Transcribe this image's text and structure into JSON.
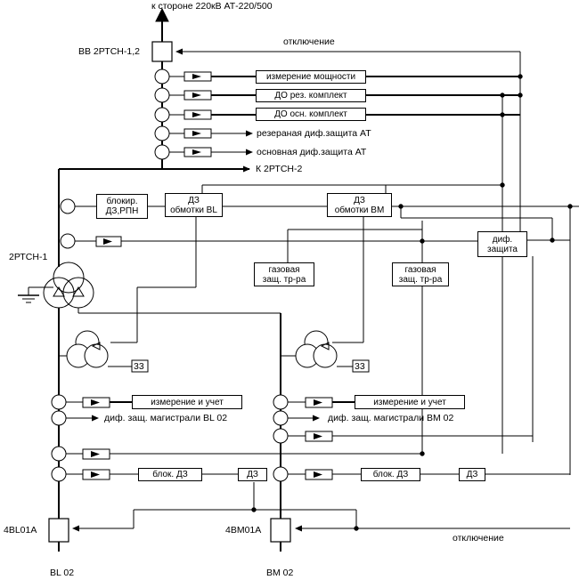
{
  "texts": {
    "top_label": "к стороне 220кВ АТ-220/500",
    "vv_label": "ВВ 2РТСН-1,2",
    "trip_top": "отключение",
    "trip_bottom": "отключение",
    "to_2rtsn2": "К 2РТСН-2",
    "rtsn1": "2РТСН-1",
    "brk_left": "4BL01A",
    "brk_right": "4BM01A",
    "bus_left": "BL 02",
    "bus_right": "BM 02",
    "reserve_diff": "резераная диф.защита АТ",
    "main_diff": "основная диф.защита АТ",
    "diff_bl": "диф. защ. магистрали BL 02",
    "diff_bm": "диф. защ. магистрали BM 02",
    "zz_left": "33",
    "zz_right": "33"
  },
  "boxes": {
    "power_measure": "измерение мощности",
    "do_reserve": "ДО рез. комплект",
    "do_main": "ДО осн. комплект",
    "block_dz": [
      "блокир.",
      "ДЗ,РПН"
    ],
    "dz_bl": [
      "ДЗ",
      "обмотки BL"
    ],
    "dz_bm": [
      "ДЗ",
      "обмотки ВМ"
    ],
    "diff_prot": [
      "диф.",
      "защита"
    ],
    "gas1": [
      "газовая",
      "защ. тр-ра"
    ],
    "gas2": [
      "газовая",
      "защ. тр-ра"
    ],
    "meas_left": "измерение и учет",
    "meas_right": "измерение и учет",
    "blk_dz_left": "блок. ДЗ",
    "blk_dz_right": "блок. ДЗ",
    "dz_left": "ДЗ",
    "dz_right": "ДЗ"
  }
}
